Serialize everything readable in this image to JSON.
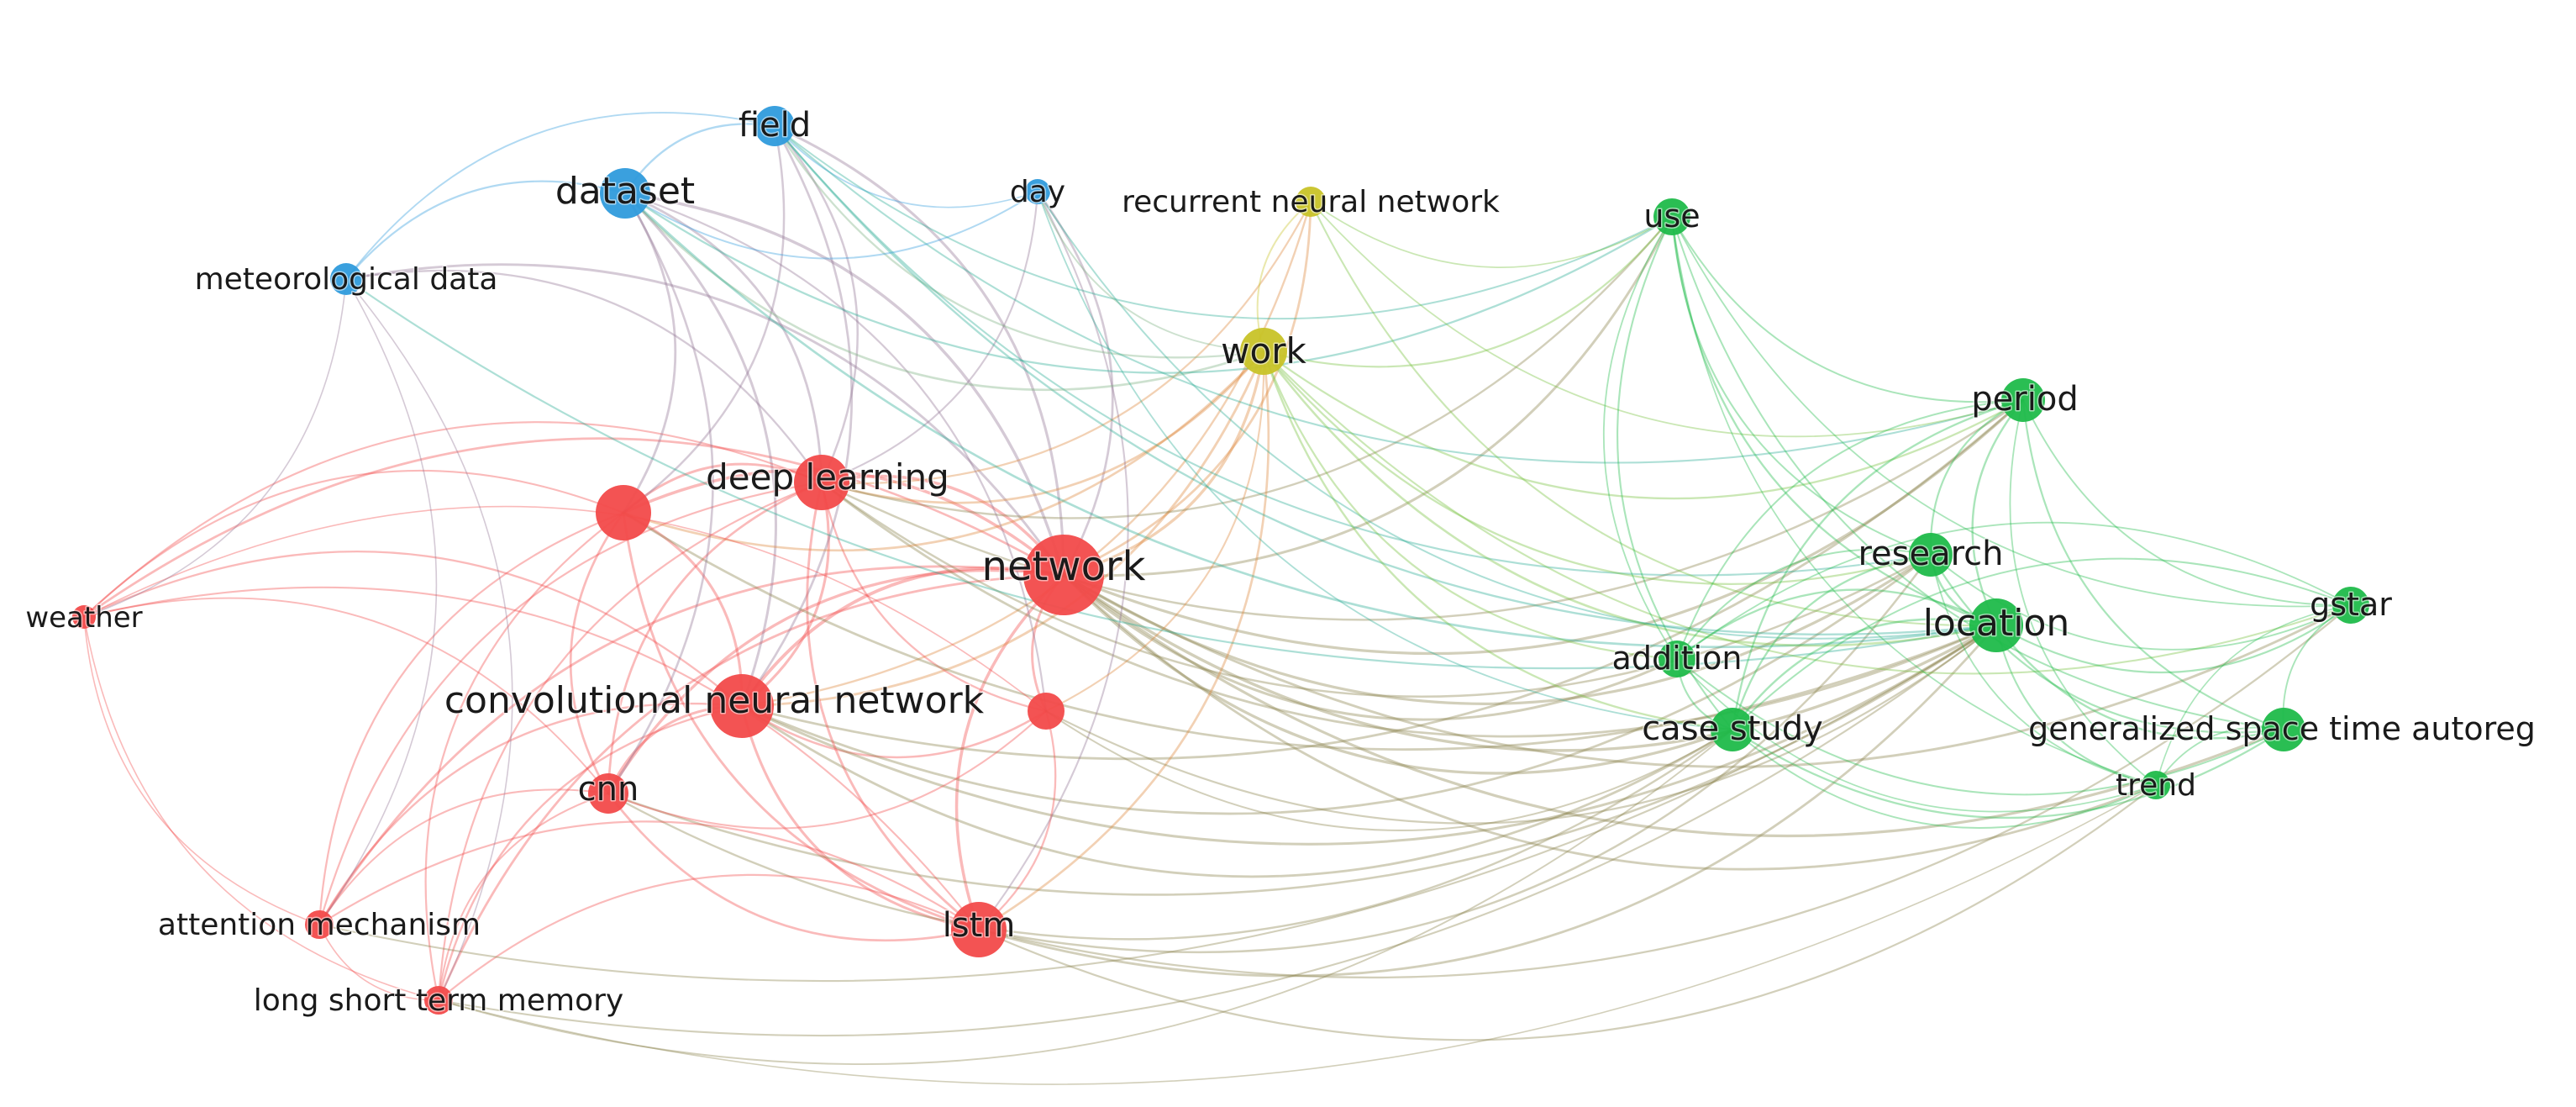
{
  "network_map": {
    "clusters": {
      "red": "#f24a4a",
      "green": "#1fba4a",
      "blue": "#2f9bdc",
      "yellow": "#c8c328"
    },
    "nodes": [
      {
        "id": "network",
        "label": "network",
        "cluster": "red",
        "weight": 5
      },
      {
        "id": "convolutional-neural-network",
        "label": "convolutional neural network",
        "cluster": "red",
        "weight": 4
      },
      {
        "id": "deep-learning",
        "label": "deep learning",
        "cluster": "red",
        "weight": 3.5
      },
      {
        "id": "unlabeled-red-node",
        "label": "",
        "cluster": "red",
        "weight": 3.5
      },
      {
        "id": "cnn",
        "label": "cnn",
        "cluster": "red",
        "weight": 3
      },
      {
        "id": "lstm",
        "label": "lstm",
        "cluster": "red",
        "weight": 3.5
      },
      {
        "id": "red-small-node",
        "label": "",
        "cluster": "red",
        "weight": 2
      },
      {
        "id": "weather",
        "label": "weather",
        "cluster": "red",
        "weight": 1.5
      },
      {
        "id": "attention-mechanism",
        "label": "attention mechanism",
        "cluster": "red",
        "weight": 1.8
      },
      {
        "id": "long-short-term-memory",
        "label": "long short term memory",
        "cluster": "red",
        "weight": 1.8
      },
      {
        "id": "field",
        "label": "field",
        "cluster": "blue",
        "weight": 2.5
      },
      {
        "id": "dataset",
        "label": "dataset",
        "cluster": "blue",
        "weight": 3.2
      },
      {
        "id": "day",
        "label": "day",
        "cluster": "blue",
        "weight": 1.5
      },
      {
        "id": "meteorological-data",
        "label": "meteorological data",
        "cluster": "blue",
        "weight": 2
      },
      {
        "id": "recurrent-neural-network",
        "label": "recurrent neural network",
        "cluster": "yellow",
        "weight": 1.8
      },
      {
        "id": "work",
        "label": "work",
        "cluster": "yellow",
        "weight": 3
      },
      {
        "id": "use",
        "label": "use",
        "cluster": "green",
        "weight": 2.2
      },
      {
        "id": "period",
        "label": "period",
        "cluster": "green",
        "weight": 2.6
      },
      {
        "id": "research",
        "label": "research",
        "cluster": "green",
        "weight": 2.6
      },
      {
        "id": "location",
        "label": "location",
        "cluster": "green",
        "weight": 3.2
      },
      {
        "id": "gstar",
        "label": "gstar",
        "cluster": "green",
        "weight": 2
      },
      {
        "id": "addition",
        "label": "addition",
        "cluster": "green",
        "weight": 2.2
      },
      {
        "id": "case-study",
        "label": "case study",
        "cluster": "green",
        "weight": 2.8
      },
      {
        "id": "generalized-space-time-autoreg",
        "label": "generalized space time autoreg",
        "cluster": "green",
        "weight": 2.6
      },
      {
        "id": "trend",
        "label": "trend",
        "cluster": "green",
        "weight": 1.8
      }
    ],
    "edges": [
      [
        "network",
        "convolutional-neural-network"
      ],
      [
        "network",
        "deep-learning"
      ],
      [
        "network",
        "unlabeled-red-node"
      ],
      [
        "network",
        "cnn"
      ],
      [
        "network",
        "lstm"
      ],
      [
        "network",
        "red-small-node"
      ],
      [
        "network",
        "weather"
      ],
      [
        "network",
        "attention-mechanism"
      ],
      [
        "network",
        "long-short-term-memory"
      ],
      [
        "network",
        "field"
      ],
      [
        "network",
        "dataset"
      ],
      [
        "network",
        "day"
      ],
      [
        "network",
        "meteorological-data"
      ],
      [
        "network",
        "recurrent-neural-network"
      ],
      [
        "network",
        "work"
      ],
      [
        "network",
        "use"
      ],
      [
        "network",
        "period"
      ],
      [
        "network",
        "research"
      ],
      [
        "network",
        "location"
      ],
      [
        "network",
        "gstar"
      ],
      [
        "network",
        "addition"
      ],
      [
        "network",
        "case-study"
      ],
      [
        "network",
        "generalized-space-time-autoreg"
      ],
      [
        "network",
        "trend"
      ],
      [
        "convolutional-neural-network",
        "deep-learning"
      ],
      [
        "convolutional-neural-network",
        "unlabeled-red-node"
      ],
      [
        "convolutional-neural-network",
        "cnn"
      ],
      [
        "convolutional-neural-network",
        "lstm"
      ],
      [
        "convolutional-neural-network",
        "red-small-node"
      ],
      [
        "convolutional-neural-network",
        "weather"
      ],
      [
        "convolutional-neural-network",
        "attention-mechanism"
      ],
      [
        "convolutional-neural-network",
        "long-short-term-memory"
      ],
      [
        "convolutional-neural-network",
        "dataset"
      ],
      [
        "convolutional-neural-network",
        "field"
      ],
      [
        "convolutional-neural-network",
        "work"
      ],
      [
        "convolutional-neural-network",
        "location"
      ],
      [
        "convolutional-neural-network",
        "research"
      ],
      [
        "convolutional-neural-network",
        "case-study"
      ],
      [
        "convolutional-neural-network",
        "period"
      ],
      [
        "convolutional-neural-network",
        "recurrent-neural-network"
      ],
      [
        "deep-learning",
        "unlabeled-red-node"
      ],
      [
        "deep-learning",
        "cnn"
      ],
      [
        "deep-learning",
        "lstm"
      ],
      [
        "deep-learning",
        "red-small-node"
      ],
      [
        "deep-learning",
        "weather"
      ],
      [
        "deep-learning",
        "field"
      ],
      [
        "deep-learning",
        "dataset"
      ],
      [
        "deep-learning",
        "day"
      ],
      [
        "deep-learning",
        "meteorological-data"
      ],
      [
        "deep-learning",
        "work"
      ],
      [
        "deep-learning",
        "location"
      ],
      [
        "deep-learning",
        "period"
      ],
      [
        "deep-learning",
        "use"
      ],
      [
        "deep-learning",
        "research"
      ],
      [
        "deep-learning",
        "recurrent-neural-network"
      ],
      [
        "deep-learning",
        "attention-mechanism"
      ],
      [
        "deep-learning",
        "long-short-term-memory"
      ],
      [
        "unlabeled-red-node",
        "cnn"
      ],
      [
        "unlabeled-red-node",
        "lstm"
      ],
      [
        "unlabeled-red-node",
        "weather"
      ],
      [
        "unlabeled-red-node",
        "dataset"
      ],
      [
        "unlabeled-red-node",
        "field"
      ],
      [
        "unlabeled-red-node",
        "attention-mechanism"
      ],
      [
        "unlabeled-red-node",
        "long-short-term-memory"
      ],
      [
        "unlabeled-red-node",
        "location"
      ],
      [
        "unlabeled-red-node",
        "work"
      ],
      [
        "cnn",
        "lstm"
      ],
      [
        "cnn",
        "weather"
      ],
      [
        "cnn",
        "attention-mechanism"
      ],
      [
        "cnn",
        "long-short-term-memory"
      ],
      [
        "cnn",
        "dataset"
      ],
      [
        "cnn",
        "location"
      ],
      [
        "cnn",
        "red-small-node"
      ],
      [
        "cnn",
        "case-study"
      ],
      [
        "lstm",
        "red-small-node"
      ],
      [
        "lstm",
        "attention-mechanism"
      ],
      [
        "lstm",
        "long-short-term-memory"
      ],
      [
        "lstm",
        "weather"
      ],
      [
        "lstm",
        "location"
      ],
      [
        "lstm",
        "research"
      ],
      [
        "lstm",
        "trend"
      ],
      [
        "lstm",
        "gstar"
      ],
      [
        "lstm",
        "work"
      ],
      [
        "lstm",
        "day"
      ],
      [
        "red-small-node",
        "weather"
      ],
      [
        "red-small-node",
        "work"
      ],
      [
        "red-small-node",
        "location"
      ],
      [
        "red-small-node",
        "dataset"
      ],
      [
        "red-small-node",
        "case-study"
      ],
      [
        "weather",
        "meteorological-data"
      ],
      [
        "weather",
        "attention-mechanism"
      ],
      [
        "weather",
        "long-short-term-memory"
      ],
      [
        "attention-mechanism",
        "long-short-term-memory"
      ],
      [
        "attention-mechanism",
        "meteorological-data"
      ],
      [
        "attention-mechanism",
        "location"
      ],
      [
        "long-short-term-memory",
        "location"
      ],
      [
        "long-short-term-memory",
        "trend"
      ],
      [
        "long-short-term-memory",
        "case-study"
      ],
      [
        "long-short-term-memory",
        "meteorological-data"
      ],
      [
        "field",
        "dataset"
      ],
      [
        "field",
        "day"
      ],
      [
        "field",
        "meteorological-data"
      ],
      [
        "field",
        "work"
      ],
      [
        "field",
        "use"
      ],
      [
        "field",
        "period"
      ],
      [
        "field",
        "research"
      ],
      [
        "field",
        "location"
      ],
      [
        "dataset",
        "day"
      ],
      [
        "dataset",
        "meteorological-data"
      ],
      [
        "dataset",
        "work"
      ],
      [
        "dataset",
        "use"
      ],
      [
        "dataset",
        "location"
      ],
      [
        "day",
        "work"
      ],
      [
        "day",
        "location"
      ],
      [
        "day",
        "case-study"
      ],
      [
        "meteorological-data",
        "location"
      ],
      [
        "recurrent-neural-network",
        "work"
      ],
      [
        "recurrent-neural-network",
        "use"
      ],
      [
        "recurrent-neural-network",
        "location"
      ],
      [
        "recurrent-neural-network",
        "period"
      ],
      [
        "work",
        "use"
      ],
      [
        "work",
        "period"
      ],
      [
        "work",
        "research"
      ],
      [
        "work",
        "location"
      ],
      [
        "work",
        "addition"
      ],
      [
        "work",
        "case-study"
      ],
      [
        "work",
        "gstar"
      ],
      [
        "use",
        "period"
      ],
      [
        "use",
        "research"
      ],
      [
        "use",
        "location"
      ],
      [
        "use",
        "gstar"
      ],
      [
        "use",
        "addition"
      ],
      [
        "use",
        "case-study"
      ],
      [
        "use",
        "generalized-space-time-autoreg"
      ],
      [
        "use",
        "trend"
      ],
      [
        "period",
        "research"
      ],
      [
        "period",
        "location"
      ],
      [
        "period",
        "gstar"
      ],
      [
        "period",
        "case-study"
      ],
      [
        "period",
        "generalized-space-time-autoreg"
      ],
      [
        "period",
        "trend"
      ],
      [
        "period",
        "addition"
      ],
      [
        "research",
        "location"
      ],
      [
        "research",
        "gstar"
      ],
      [
        "research",
        "addition"
      ],
      [
        "research",
        "case-study"
      ],
      [
        "research",
        "generalized-space-time-autoreg"
      ],
      [
        "research",
        "trend"
      ],
      [
        "location",
        "gstar"
      ],
      [
        "location",
        "addition"
      ],
      [
        "location",
        "case-study"
      ],
      [
        "location",
        "generalized-space-time-autoreg"
      ],
      [
        "location",
        "trend"
      ],
      [
        "gstar",
        "case-study"
      ],
      [
        "gstar",
        "generalized-space-time-autoreg"
      ],
      [
        "gstar",
        "trend"
      ],
      [
        "gstar",
        "addition"
      ],
      [
        "addition",
        "case-study"
      ],
      [
        "addition",
        "generalized-space-time-autoreg"
      ],
      [
        "addition",
        "trend"
      ],
      [
        "case-study",
        "generalized-space-time-autoreg"
      ],
      [
        "case-study",
        "trend"
      ],
      [
        "generalized-space-time-autoreg",
        "trend"
      ]
    ]
  }
}
